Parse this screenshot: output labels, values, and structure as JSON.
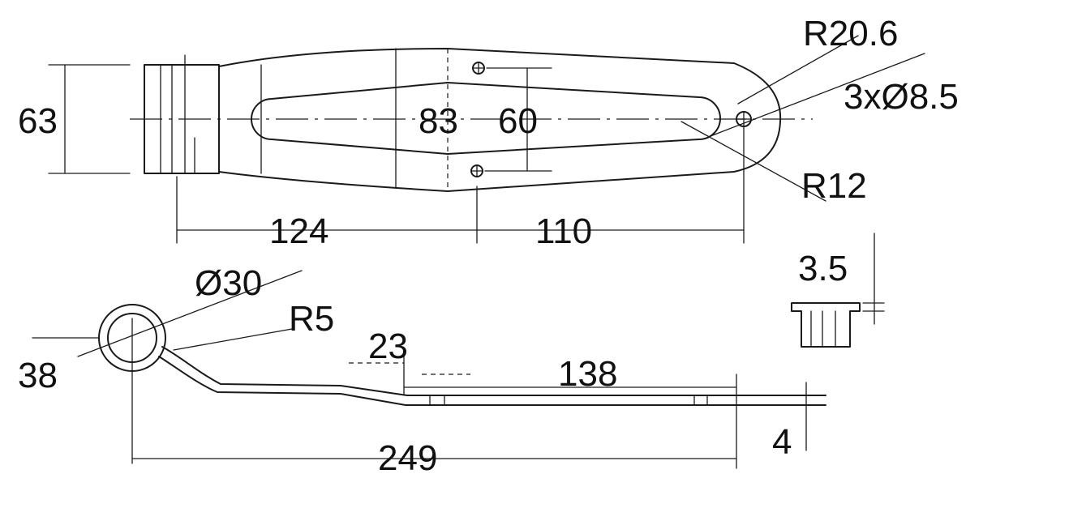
{
  "dimensions": {
    "h_63": "63",
    "w_83": "83",
    "h_60": "60",
    "r_20_6": "R20.6",
    "holes": "3xØ8.5",
    "r_12": "R12",
    "l_124": "124",
    "l_110": "110",
    "t_3_5": "3.5",
    "d_30": "Ø30",
    "r_5": "R5",
    "d_38": "38",
    "o_23": "23",
    "l_138": "138",
    "l_249": "249",
    "t_4": "4"
  },
  "colors": {
    "ink": "#1a1a1a",
    "background": "#ffffff"
  }
}
